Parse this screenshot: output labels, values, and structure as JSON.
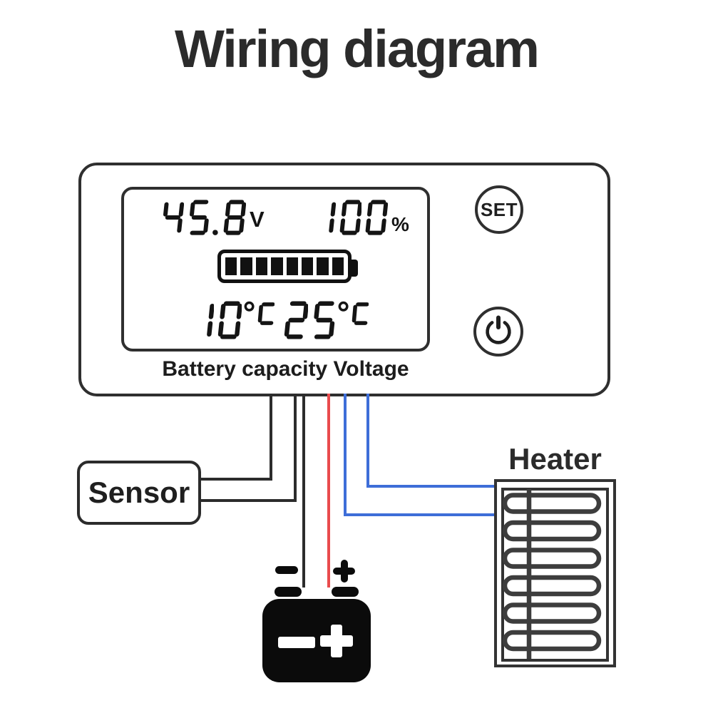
{
  "title": "Wiring diagram",
  "meter": {
    "caption": "Battery capacity Voltage",
    "display": {
      "voltage": "45.8",
      "voltage_unit": "V",
      "capacity": "100",
      "capacity_unit": "%",
      "battery_gauge": {
        "bars": 8,
        "total": 8
      },
      "temperature_1": "10",
      "temperature_2": "25",
      "temperature_unit": "°C"
    },
    "set_button_label": "SET",
    "power_button_icon": "power-icon"
  },
  "sensor": {
    "label": "Sensor"
  },
  "heater": {
    "label": "Heater",
    "coil_loops": 6
  },
  "battery": {
    "terminal_labels": [
      "−",
      "+"
    ],
    "body_labels": [
      "−",
      "+"
    ]
  },
  "colors": {
    "ink": "#2b2b2b",
    "segment": "#141414",
    "wire_black": "#2c2c2c",
    "wire_red": "#e94b4d",
    "wire_blue": "#3e6ed8",
    "heater_coil": "#3d3d3d"
  }
}
